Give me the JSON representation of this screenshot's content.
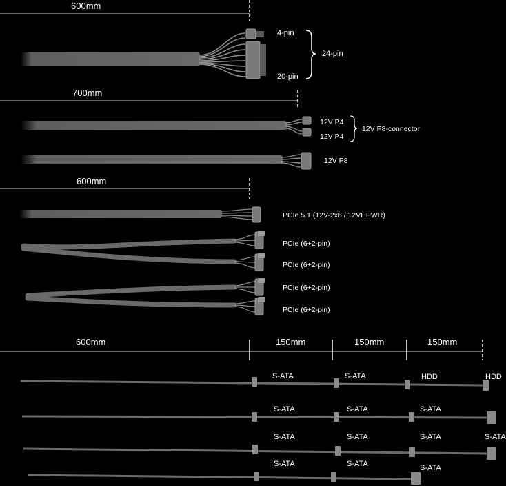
{
  "atx": {
    "length": "600mm",
    "pin_top": "4-pin",
    "pin_bottom": "20-pin",
    "total": "24-pin"
  },
  "eps": {
    "length": "700mm",
    "p4_a": "12V P4",
    "p4_b": "12V P4",
    "group": "12V P8-connector",
    "p8": "12V P8"
  },
  "pcie": {
    "length": "600mm",
    "pcie5": "PCIe 5.1 (12V-2x6 / 12VHPWR)",
    "p1": "PCIe (6+2-pin)",
    "p2": "PCIe (6+2-pin)",
    "p3": "PCIe (6+2-pin)",
    "p4": "PCIe (6+2-pin)"
  },
  "sata": {
    "seg0": "600mm",
    "seg1": "150mm",
    "seg2": "150mm",
    "seg3": "150mm",
    "row1": [
      "S-ATA",
      "S-ATA",
      "HDD",
      "HDD"
    ],
    "row2": [
      "S-ATA",
      "S-ATA",
      "S-ATA"
    ],
    "row3": [
      "S-ATA",
      "S-ATA",
      "S-ATA",
      "S-ATA"
    ],
    "row4": [
      "S-ATA",
      "S-ATA",
      "S-ATA"
    ]
  }
}
